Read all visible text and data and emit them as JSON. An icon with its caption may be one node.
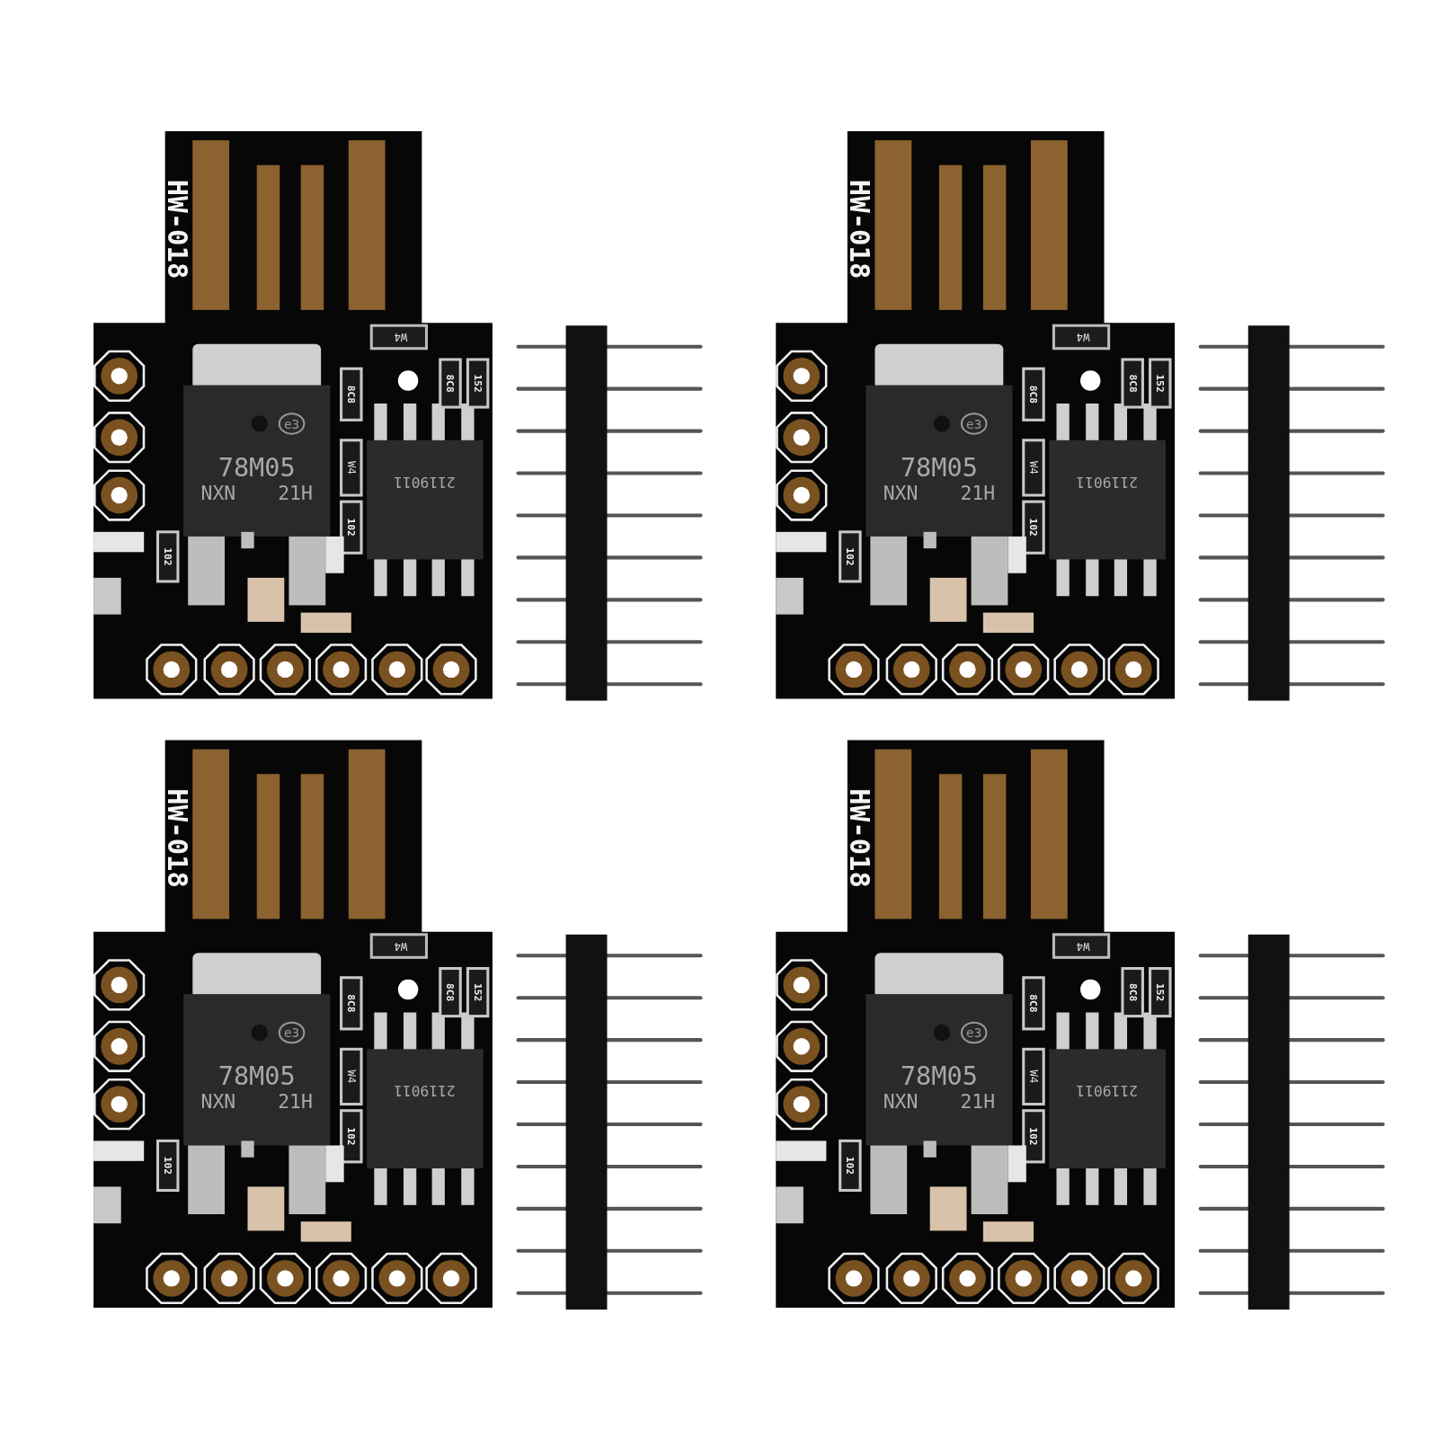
{
  "diagram": {
    "labels": [
      "HW-018",
      "W4",
      "8C8",
      "8C8",
      "152",
      "e3",
      "78M05",
      "NXN",
      "21H",
      "W4",
      "2119011",
      "102",
      "102",
      "HW-018",
      "W4",
      "8C8",
      "8C8",
      "152",
      "e3",
      "78M05",
      "NXN",
      "21H",
      "W4",
      "2119011",
      "102",
      "102",
      "HW-018",
      "W4",
      "8C8",
      "8C8",
      "152",
      "e3",
      "78M05",
      "NXN",
      "21H",
      "W4",
      "2119011",
      "102",
      "102",
      "HW-018",
      "W4",
      "8C8",
      "8C8",
      "152",
      "e3",
      "78M05",
      "NXN",
      "21H",
      "W4",
      "2119011",
      "102",
      "102"
    ]
  }
}
